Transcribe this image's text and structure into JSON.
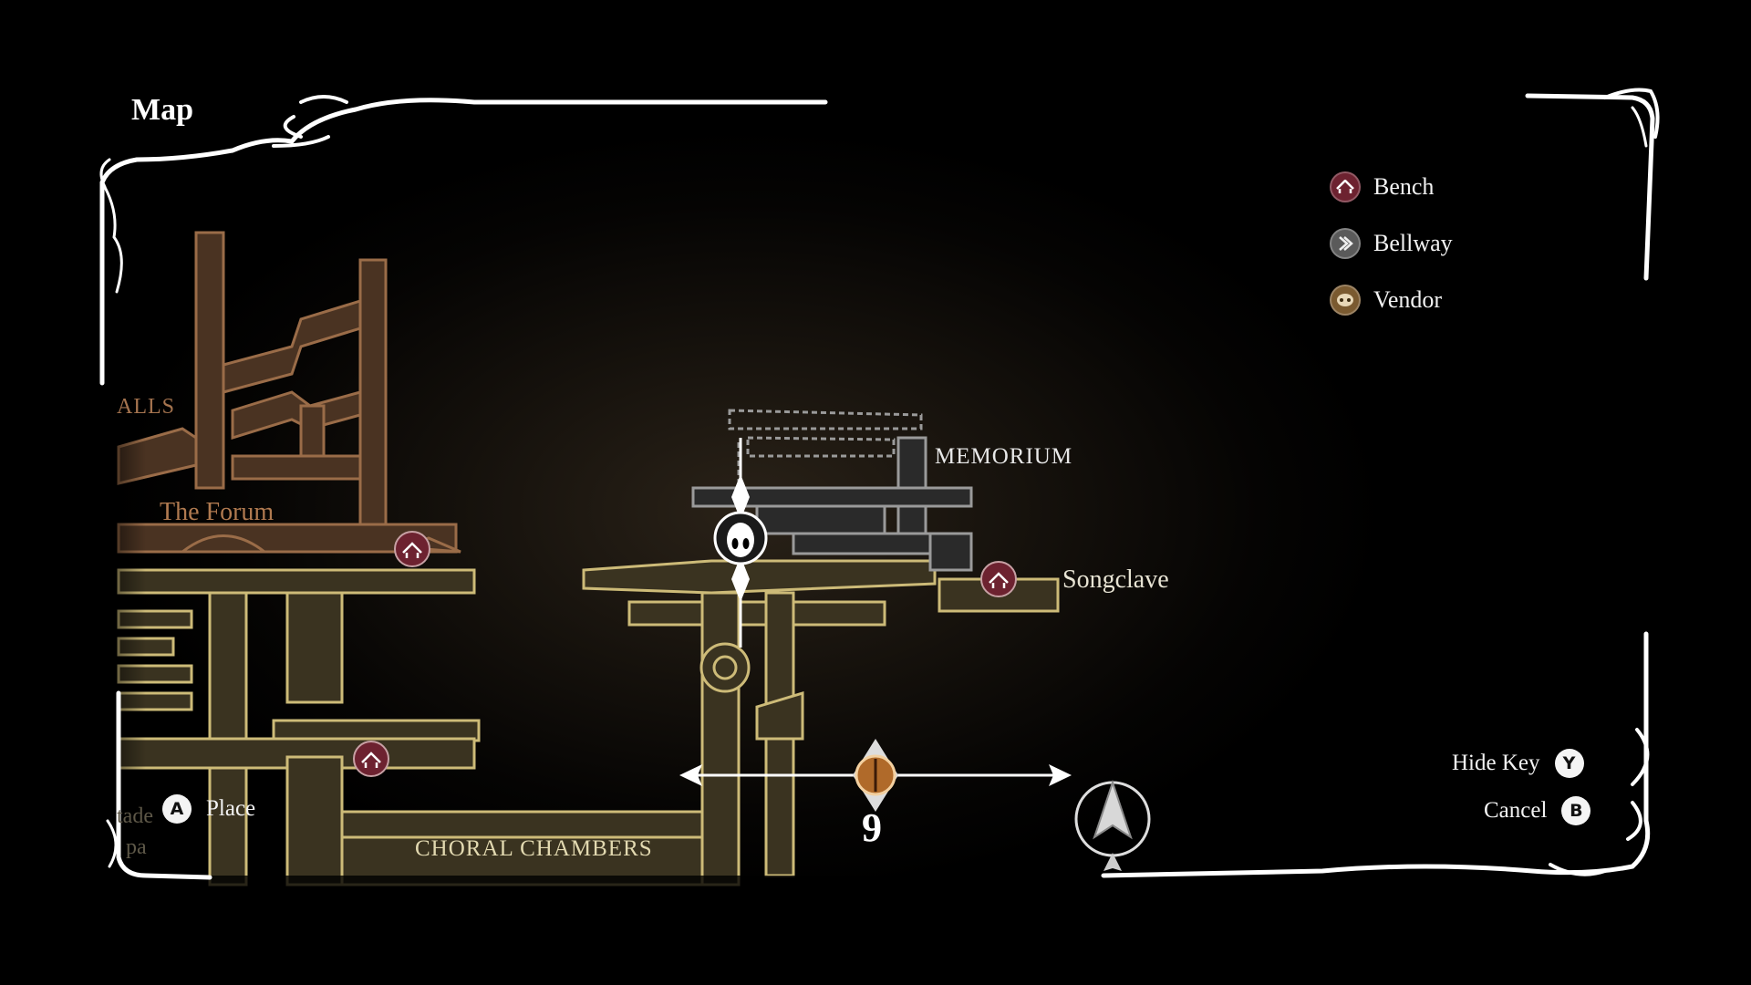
{
  "screen_title": "Map",
  "areas": {
    "halls": "ALLS",
    "forum": "The Forum",
    "memorium": "MEMORIUM",
    "songclave": "Songclave",
    "choral_chambers": "CHORAL CHAMBERS",
    "partial_left_1": "tade",
    "partial_left_2": "pa"
  },
  "legend": [
    {
      "label": "Bench",
      "icon": "bench-icon",
      "color": "#7a2a34"
    },
    {
      "label": "Bellway",
      "icon": "bellway-icon",
      "color": "#6b6b6b"
    },
    {
      "label": "Vendor",
      "icon": "vendor-icon",
      "color": "#8a6a3a"
    }
  ],
  "prompts": {
    "place": {
      "button": "A",
      "label": "Place"
    },
    "hide_key": {
      "button": "Y",
      "label": "Hide Key"
    },
    "cancel": {
      "button": "B",
      "label": "Cancel"
    }
  },
  "marker_selector": {
    "count": "9"
  },
  "colors": {
    "map_gold": "#cdbb78",
    "map_fill": "#3a3320",
    "map_brown": "#8a6040",
    "map_grey": "#9a9a9a",
    "frame": "#ffffff"
  }
}
